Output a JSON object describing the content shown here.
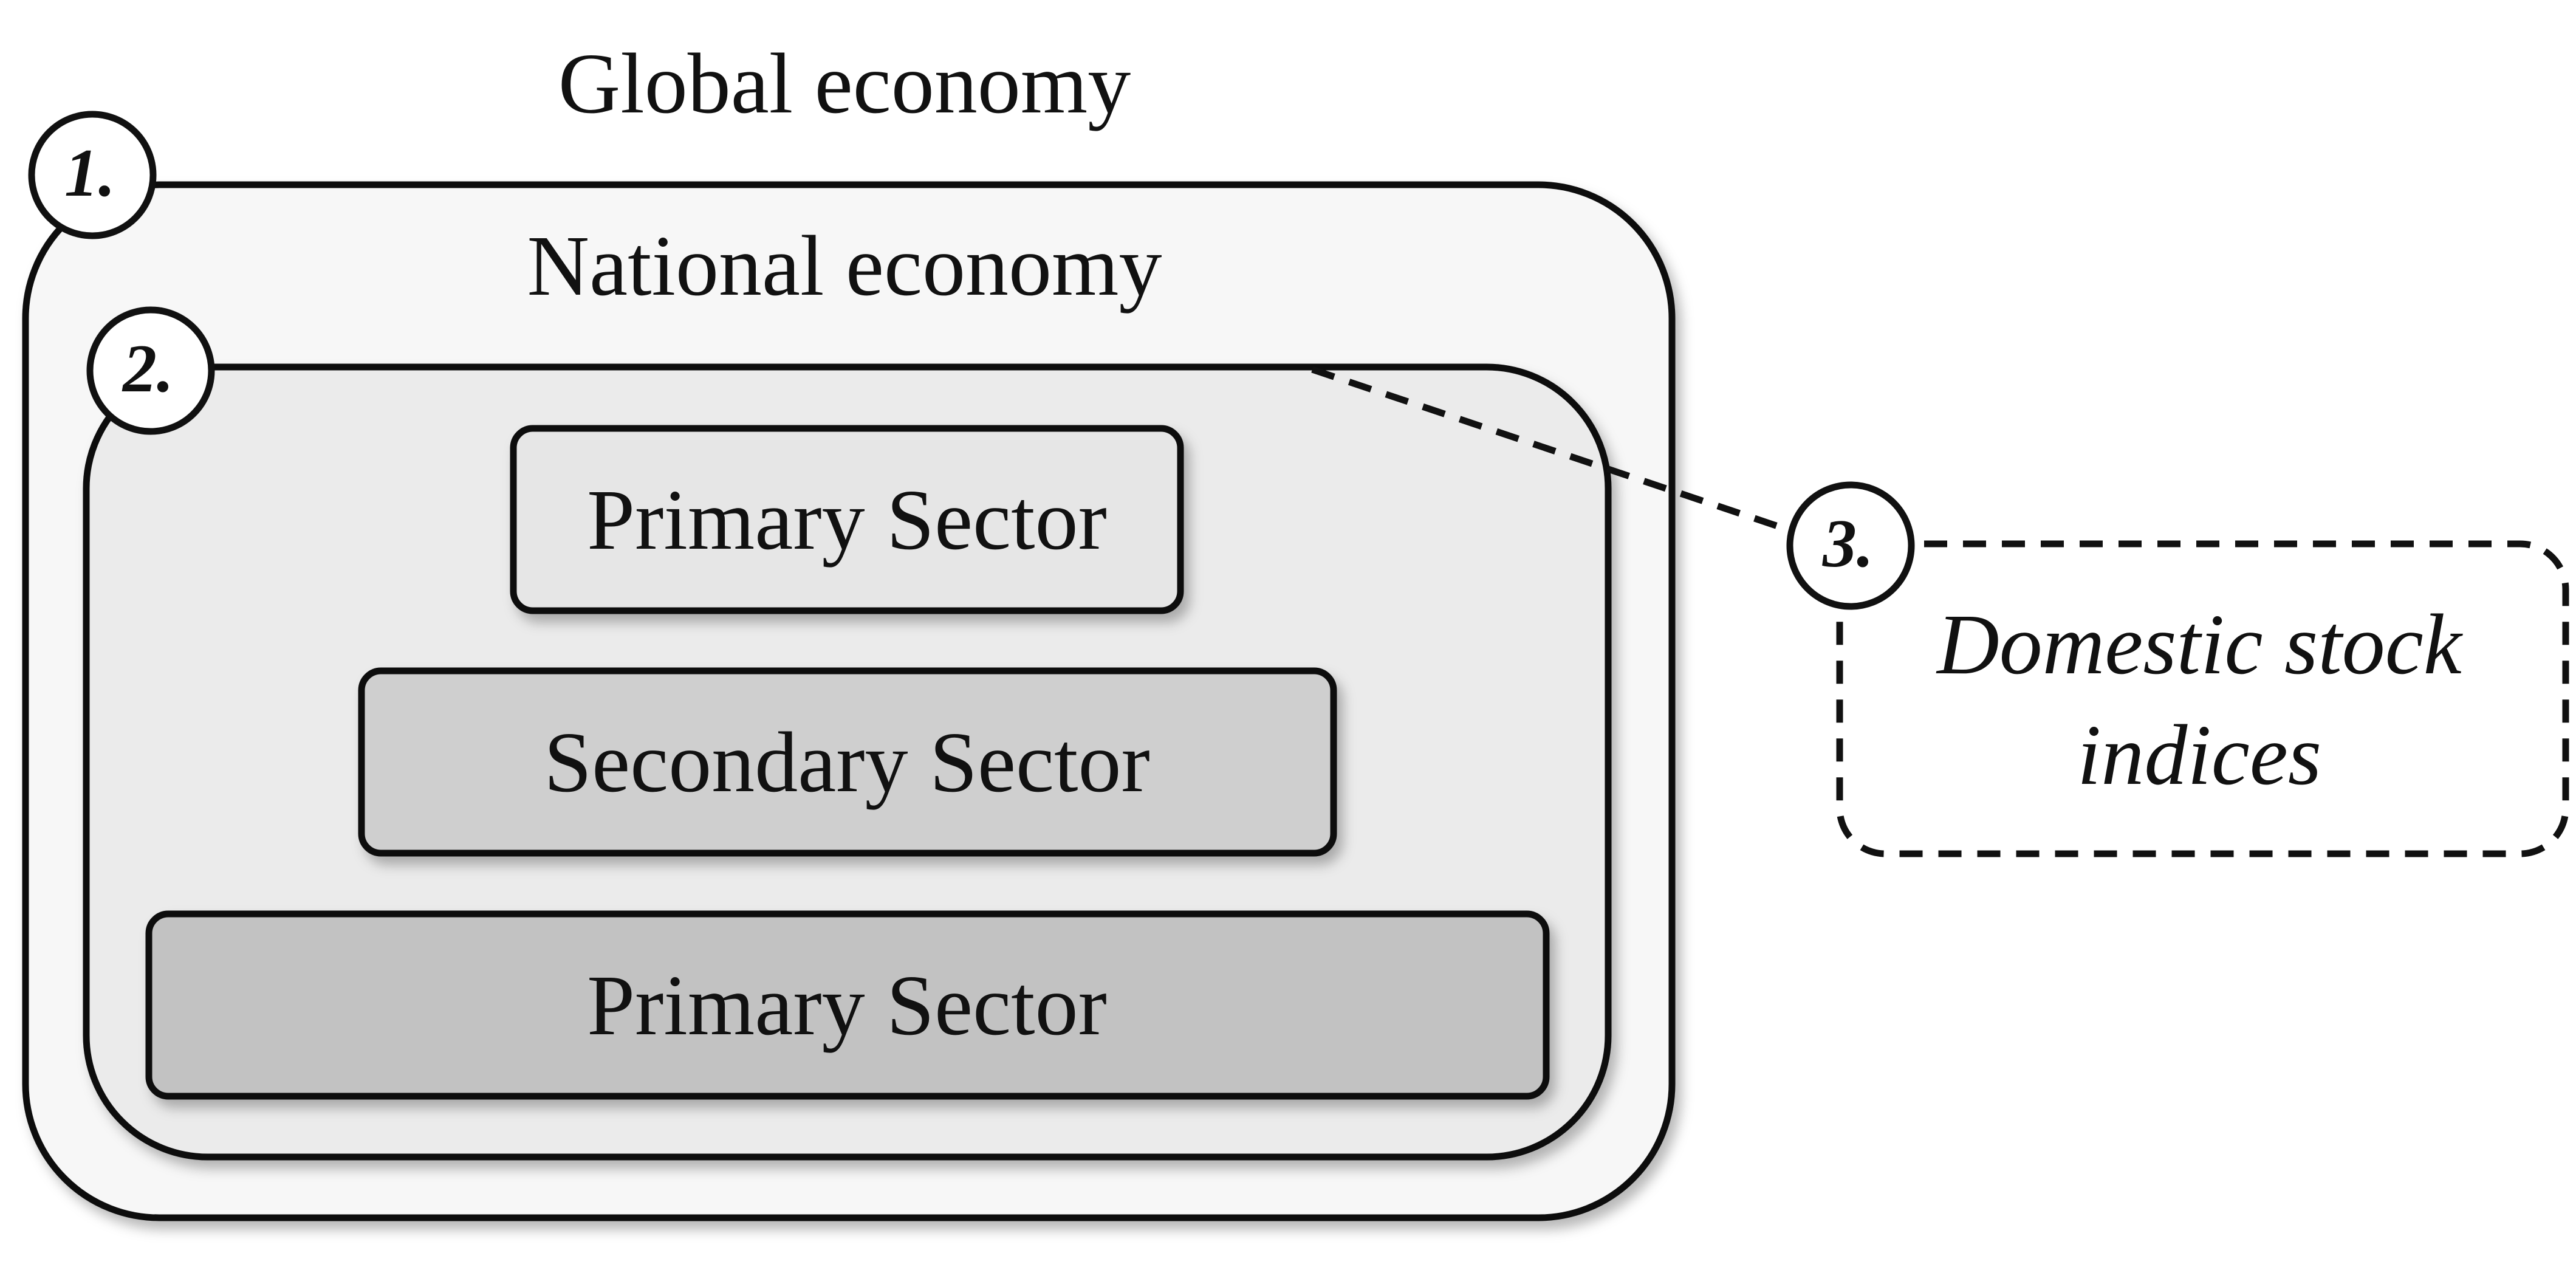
{
  "diagram": {
    "global": {
      "title": "Global economy",
      "marker": "1.",
      "fill": "#f7f7f7"
    },
    "national": {
      "title": "National economy",
      "marker": "2.",
      "fill": "#ebebeb"
    },
    "sectors": [
      {
        "label": "Primary Sector",
        "fill": "#e6e6e6"
      },
      {
        "label": "Secondary Sector",
        "fill": "#cfcfcf"
      },
      {
        "label": "Primary Sector",
        "fill": "#c2c2c2"
      }
    ],
    "callout": {
      "marker": "3.",
      "line1": "Domestic stock",
      "line2": "indices"
    },
    "stroke_color": "#111111"
  }
}
